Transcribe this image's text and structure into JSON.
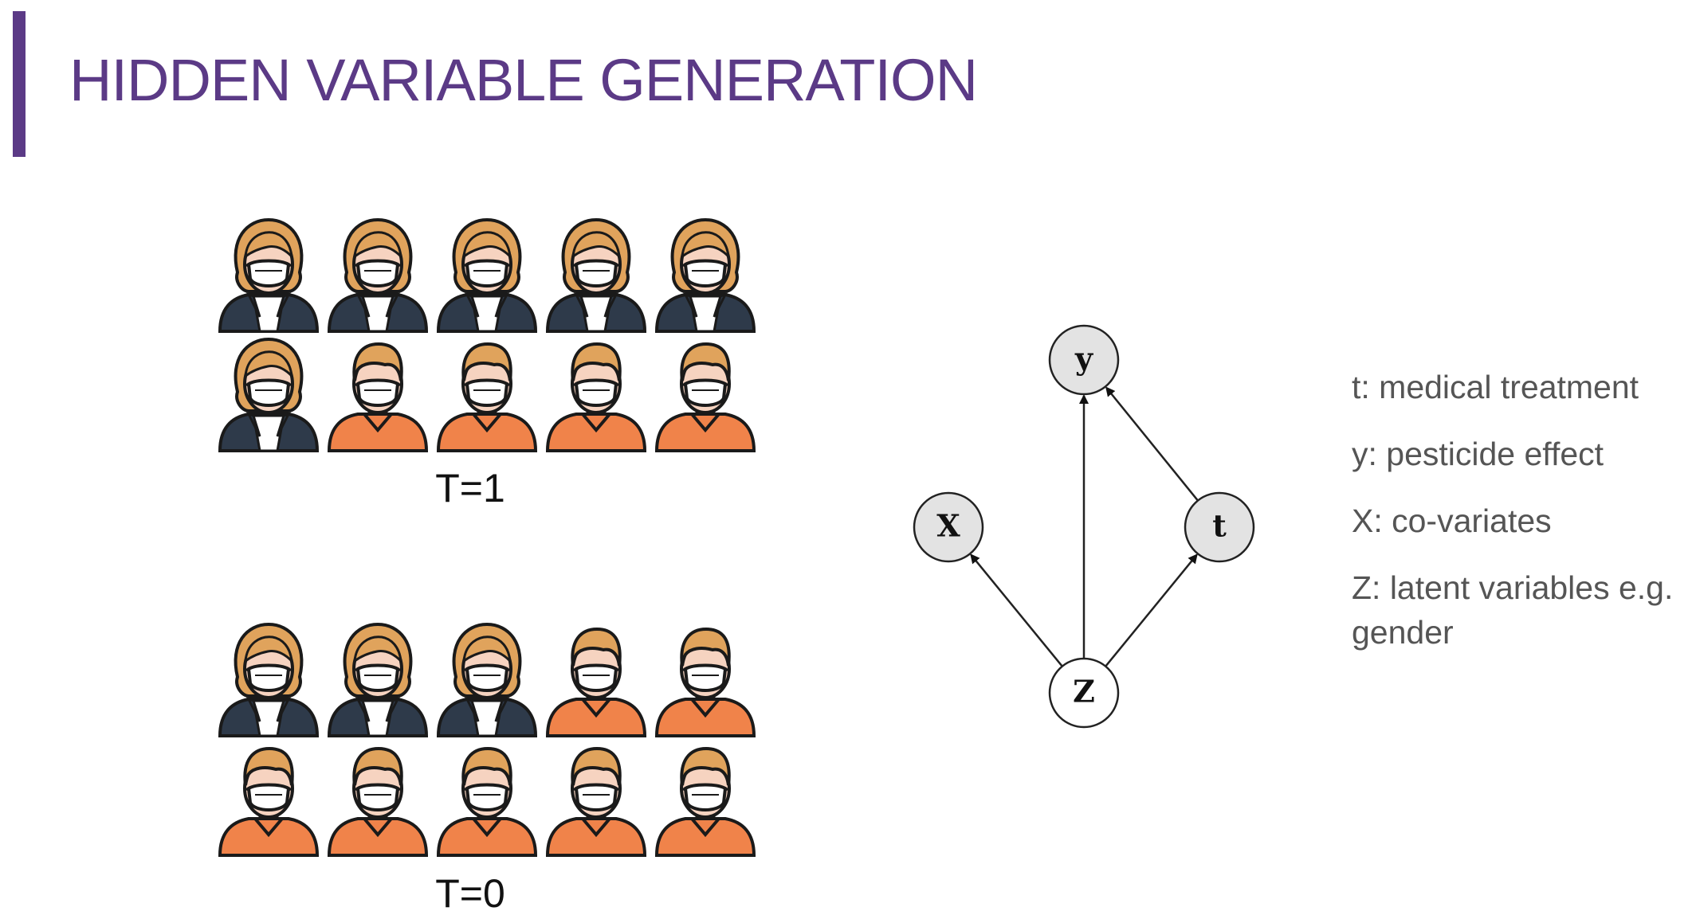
{
  "slide": {
    "title": "HIDDEN VARIABLE GENERATION"
  },
  "groups": [
    {
      "label": "T=1",
      "rows": [
        [
          "woman",
          "woman",
          "woman",
          "woman",
          "woman"
        ],
        [
          "woman",
          "man",
          "man",
          "man",
          "man"
        ]
      ]
    },
    {
      "label": "T=0",
      "rows": [
        [
          "woman",
          "woman",
          "woman",
          "man",
          "man"
        ],
        [
          "man",
          "man",
          "man",
          "man",
          "man"
        ]
      ]
    }
  ],
  "graph": {
    "nodes": [
      {
        "id": "y",
        "label": "y",
        "fill": "#e3e3e3"
      },
      {
        "id": "X",
        "label": "X",
        "fill": "#e3e3e3"
      },
      {
        "id": "t",
        "label": "t",
        "fill": "#e3e3e3"
      },
      {
        "id": "Z",
        "label": "Z",
        "fill": "#ffffff"
      }
    ],
    "edges": [
      {
        "from": "Z",
        "to": "X"
      },
      {
        "from": "Z",
        "to": "y"
      },
      {
        "from": "Z",
        "to": "t"
      },
      {
        "from": "t",
        "to": "y"
      }
    ]
  },
  "legend": {
    "t": "t: medical treatment",
    "y": "y: pesticide effect",
    "x": "X: co-variates",
    "z_line1": "Z: latent variables e.g.",
    "z_line2": "gender"
  },
  "colors": {
    "title": "#5b3a86",
    "hair": "#e0a35c",
    "skin": "#f6d3c0",
    "mask": "#ffffff",
    "woman_shirt": "#2e3a4a",
    "man_shirt": "#f0834a",
    "outline": "#1a1a1a"
  }
}
